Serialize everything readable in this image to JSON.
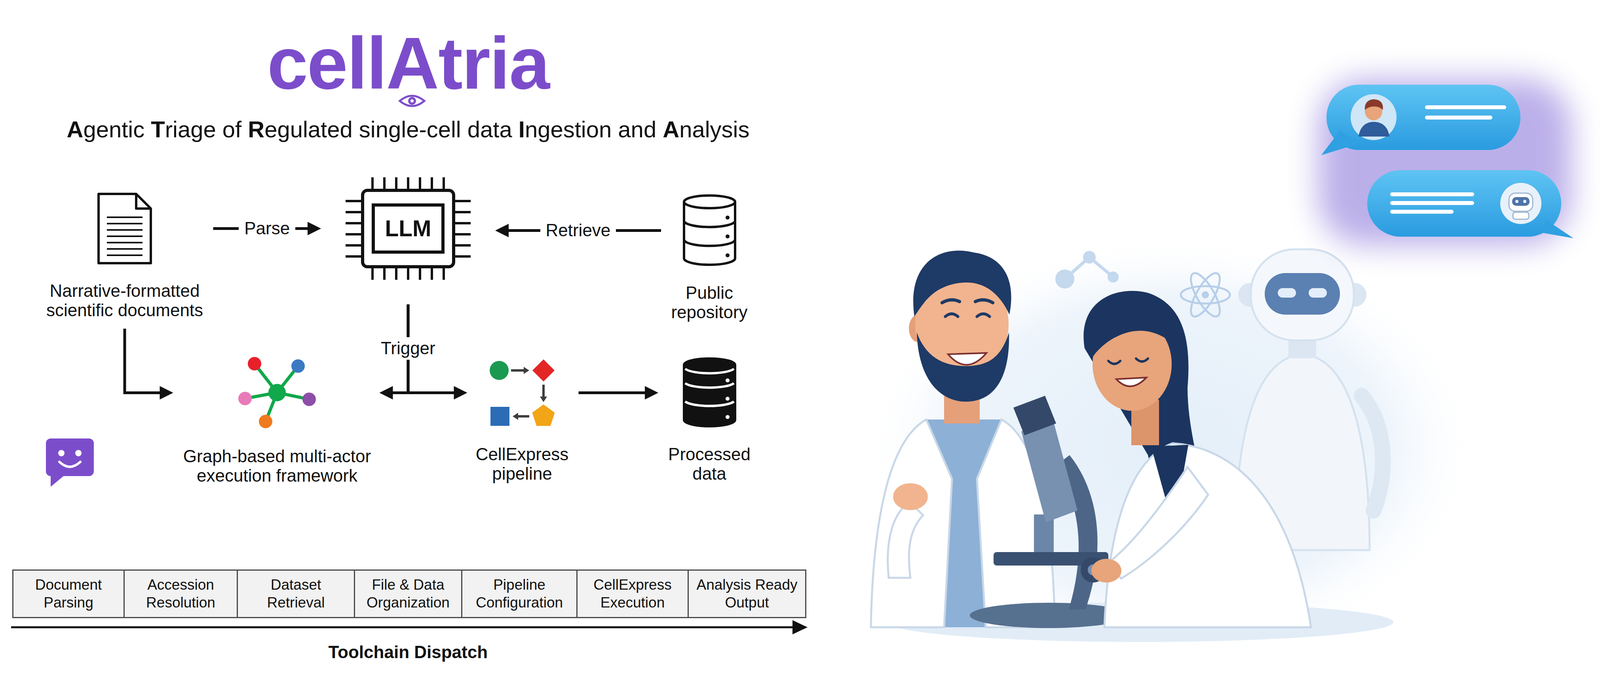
{
  "diagram": {
    "title": "cellAtria",
    "nodes": [
      {
        "text": [
          "Narrative-formatted scientific documents"
        ]
      },
      {
        "text": [
          "LLM"
        ]
      },
      {
        "text": [
          "Public repository"
        ]
      },
      {
        "text": [
          "Graph-based multi-actor execution framework"
        ]
      },
      {
        "text": [
          "CellExpress pipeline"
        ]
      },
      {
        "text": [
          "Processed data"
        ]
      },
      {
        "text": [
          "Document Parsing"
        ]
      },
      {
        "text": [
          "Accession Resolution"
        ]
      },
      {
        "text": [
          "Dataset Retrieval"
        ]
      },
      {
        "text": [
          "File & Data Organization"
        ]
      },
      {
        "text": [
          "Pipeline Configuration"
        ]
      },
      {
        "text": [
          "CellExpress Execution"
        ]
      },
      {
        "text": [
          "Analysis Ready Output"
        ]
      }
    ],
    "edges": [
      {
        "from": 0,
        "to": 1,
        "label": "Parse",
        "arrow": "to"
      },
      {
        "from": 2,
        "to": 1,
        "label": "Retrieve",
        "arrow": "to"
      },
      {
        "from": 1,
        "to": 3,
        "label": "Trigger",
        "arrow": "to"
      },
      {
        "from": 1,
        "to": 4,
        "arrow": "to"
      },
      {
        "from": 0,
        "to": 3,
        "arrow": "to"
      },
      {
        "from": 4,
        "to": 5,
        "arrow": "to"
      }
    ],
    "labels": [
      "Agentic Triage of Regulated single-cell data Ingestion and Analysis",
      "Toolchain Dispatch"
    ]
  }
}
